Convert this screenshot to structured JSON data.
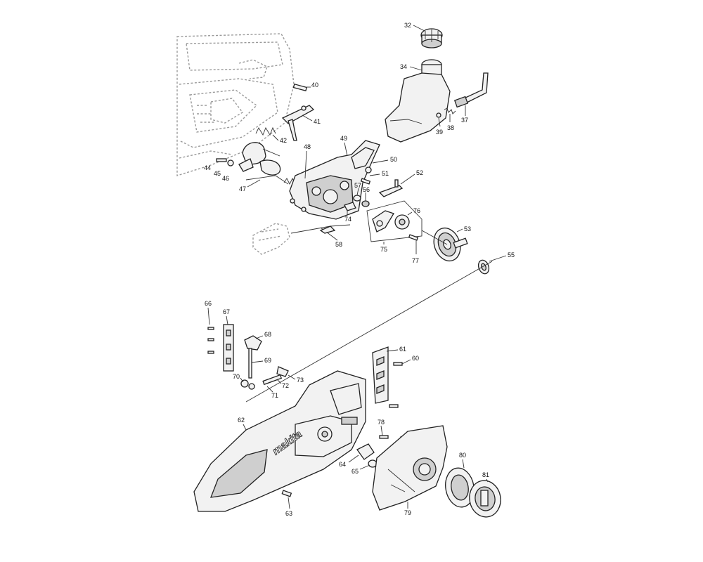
{
  "diagram": {
    "brand_logo_text": "makita",
    "callouts": [
      {
        "id": "c32",
        "label": "32"
      },
      {
        "id": "c34",
        "label": "34"
      },
      {
        "id": "c37",
        "label": "37"
      },
      {
        "id": "c38",
        "label": "38"
      },
      {
        "id": "c39",
        "label": "39"
      },
      {
        "id": "c40",
        "label": "40"
      },
      {
        "id": "c41",
        "label": "41"
      },
      {
        "id": "c42",
        "label": "42"
      },
      {
        "id": "c44",
        "label": "44"
      },
      {
        "id": "c45",
        "label": "45"
      },
      {
        "id": "c46",
        "label": "46"
      },
      {
        "id": "c47",
        "label": "47"
      },
      {
        "id": "c48",
        "label": "48"
      },
      {
        "id": "c49",
        "label": "49"
      },
      {
        "id": "c50",
        "label": "50"
      },
      {
        "id": "c51",
        "label": "51"
      },
      {
        "id": "c52",
        "label": "52"
      },
      {
        "id": "c53",
        "label": "53"
      },
      {
        "id": "c55",
        "label": "55"
      },
      {
        "id": "c56",
        "label": "56"
      },
      {
        "id": "c57",
        "label": "57"
      },
      {
        "id": "c58",
        "label": "58"
      },
      {
        "id": "c60",
        "label": "60"
      },
      {
        "id": "c61",
        "label": "61"
      },
      {
        "id": "c62",
        "label": "62"
      },
      {
        "id": "c63",
        "label": "63"
      },
      {
        "id": "c64",
        "label": "64"
      },
      {
        "id": "c65",
        "label": "65"
      },
      {
        "id": "c66",
        "label": "66"
      },
      {
        "id": "c67",
        "label": "67"
      },
      {
        "id": "c68",
        "label": "68"
      },
      {
        "id": "c69",
        "label": "69"
      },
      {
        "id": "c70",
        "label": "70"
      },
      {
        "id": "c71",
        "label": "71"
      },
      {
        "id": "c72",
        "label": "72"
      },
      {
        "id": "c73",
        "label": "73"
      },
      {
        "id": "c74",
        "label": "74"
      },
      {
        "id": "c75",
        "label": "75"
      },
      {
        "id": "c76",
        "label": "76"
      },
      {
        "id": "c77",
        "label": "77"
      },
      {
        "id": "c78",
        "label": "78"
      },
      {
        "id": "c79",
        "label": "79"
      },
      {
        "id": "c80",
        "label": "80"
      },
      {
        "id": "c81",
        "label": "81"
      }
    ]
  }
}
